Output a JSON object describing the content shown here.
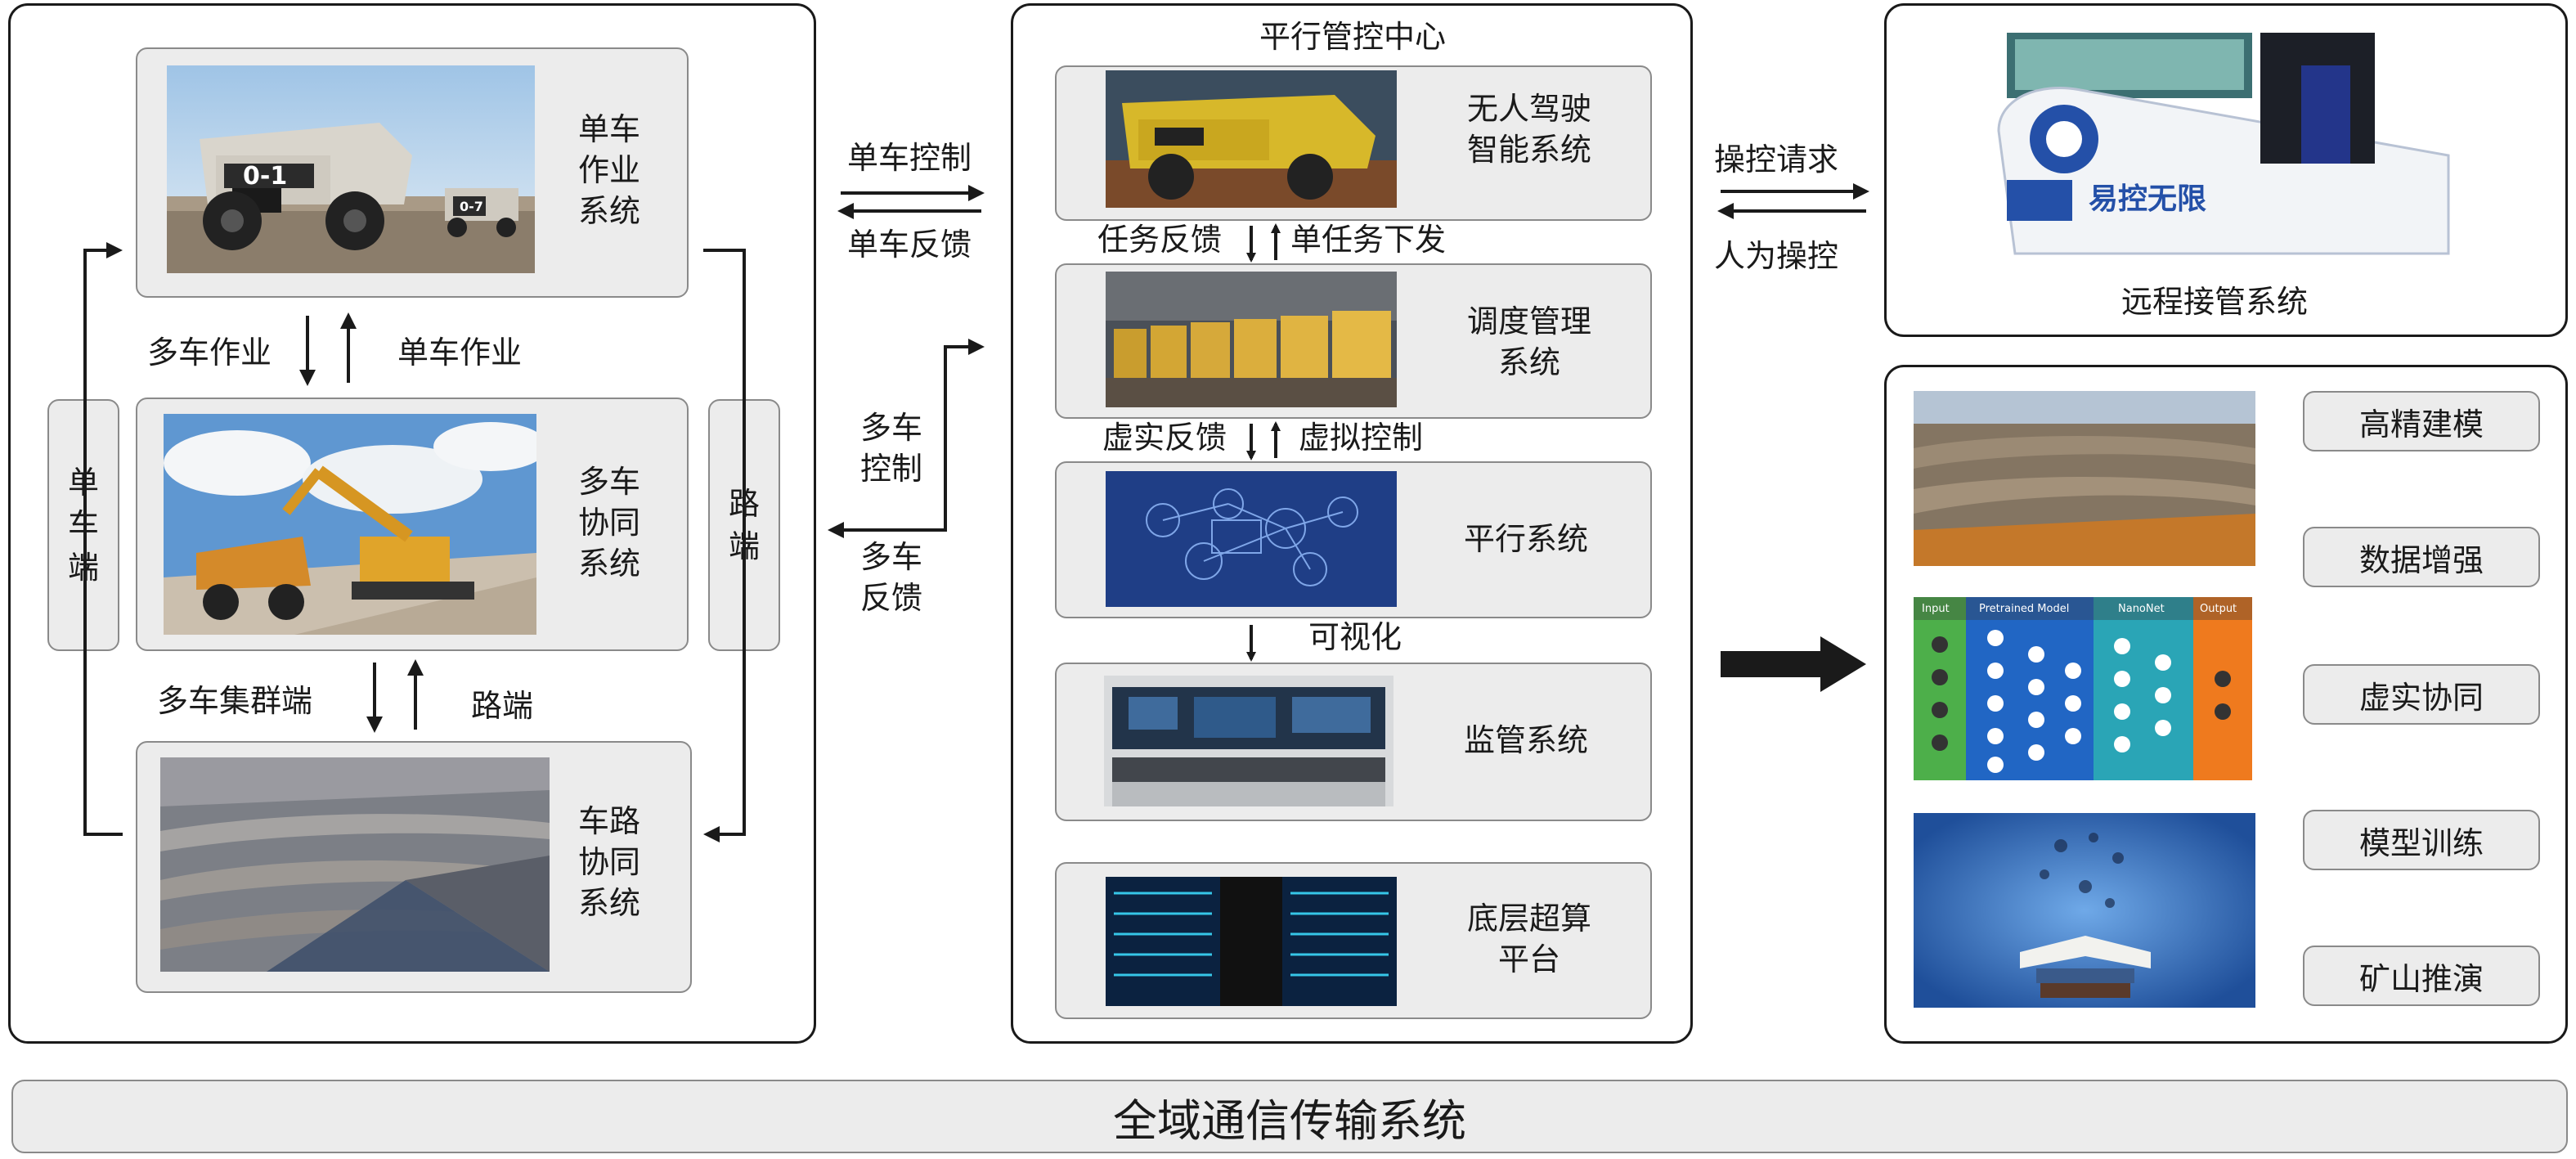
{
  "left": {
    "single_vehicle_system": "单车\n作业\n系统",
    "multi_vehicle_system": "多车\n协同\n系统",
    "vehicle_road_system": "车路\n协同\n系统",
    "single_end": "单\n车\n端",
    "road_end": "路\n端",
    "label_multi_op": "多车作业",
    "label_single_op": "单车作业",
    "label_cluster_end": "多车集群端",
    "label_road_end": "路端"
  },
  "links": {
    "single_control": "单车控制",
    "single_feedback": "单车反馈",
    "multi_control": "多车\n控制",
    "multi_feedback": "多车\n反馈",
    "remote_request": "操控请求",
    "remote_manual": "人为操控"
  },
  "center": {
    "title": "平行管控中心",
    "autonomous": "无人驾驶\n智能系统",
    "dispatch": "调度管理\n系统",
    "parallel": "平行系统",
    "supervision": "监管系统",
    "supercomputing": "底层超算\n平台",
    "task_feedback": "任务反馈",
    "task_dispatch": "单任务下发",
    "vr_feedback": "虚实反馈",
    "virtual_control": "虚拟控制",
    "visualization": "可视化"
  },
  "right": {
    "remote_system": "远程接管系统",
    "simulator_brand": "易控无限",
    "tags": [
      "高精建模",
      "数据增强",
      "虚实协同",
      "模型训练",
      "矿山推演"
    ],
    "nn_headers": [
      "Input",
      "Pretrained Model",
      "NanoNet",
      "Output"
    ]
  },
  "bottom": {
    "comm_system": "全域通信传输系统"
  },
  "truck_badges": [
    "0-1",
    "0-7"
  ]
}
